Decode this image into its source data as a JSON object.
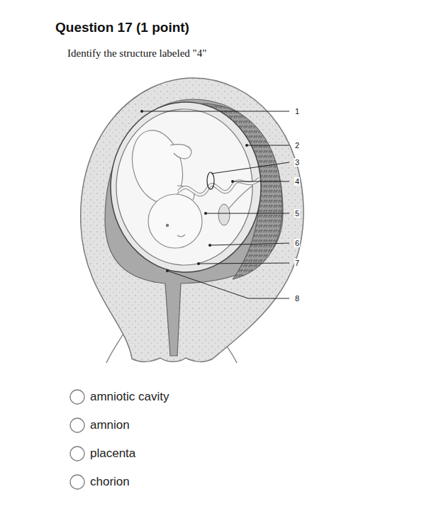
{
  "diagram": {
    "title": "Question 17 (1 point)",
    "labels": [
      "Identify the structure labeled \"4\"",
      "1",
      "2",
      "3",
      "4",
      "5",
      "6",
      "7",
      "8",
      "amniotic cavity",
      "amnion",
      "placenta",
      "chorion"
    ]
  }
}
